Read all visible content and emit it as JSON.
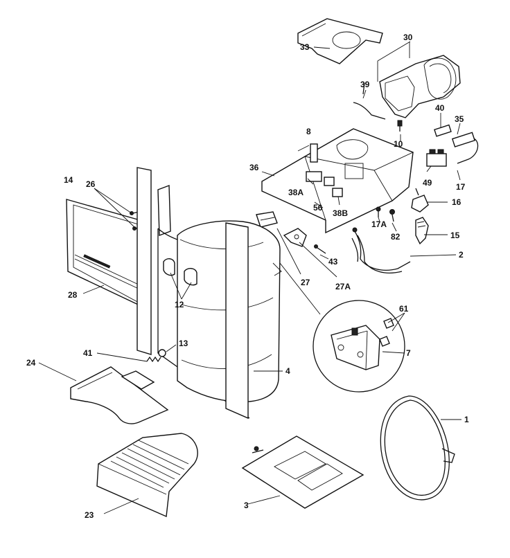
{
  "labels": {
    "p1": "1",
    "p2": "2",
    "p3": "3",
    "p4": "4",
    "p7": "7",
    "p8": "8",
    "p10": "10",
    "p12": "12",
    "p13": "13",
    "p14": "14",
    "p15": "15",
    "p16": "16",
    "p17": "17",
    "p17a": "17A",
    "p23": "23",
    "p24": "24",
    "p26": "26",
    "p27": "27",
    "p27a": "27A",
    "p28": "28",
    "p30": "30",
    "p33": "33",
    "p35": "35",
    "p36": "36",
    "p38a": "38A",
    "p38b": "38B",
    "p39": "39",
    "p40": "40",
    "p41": "41",
    "p43": "43",
    "p49": "49",
    "p56": "56",
    "p61": "61",
    "p82": "82"
  }
}
